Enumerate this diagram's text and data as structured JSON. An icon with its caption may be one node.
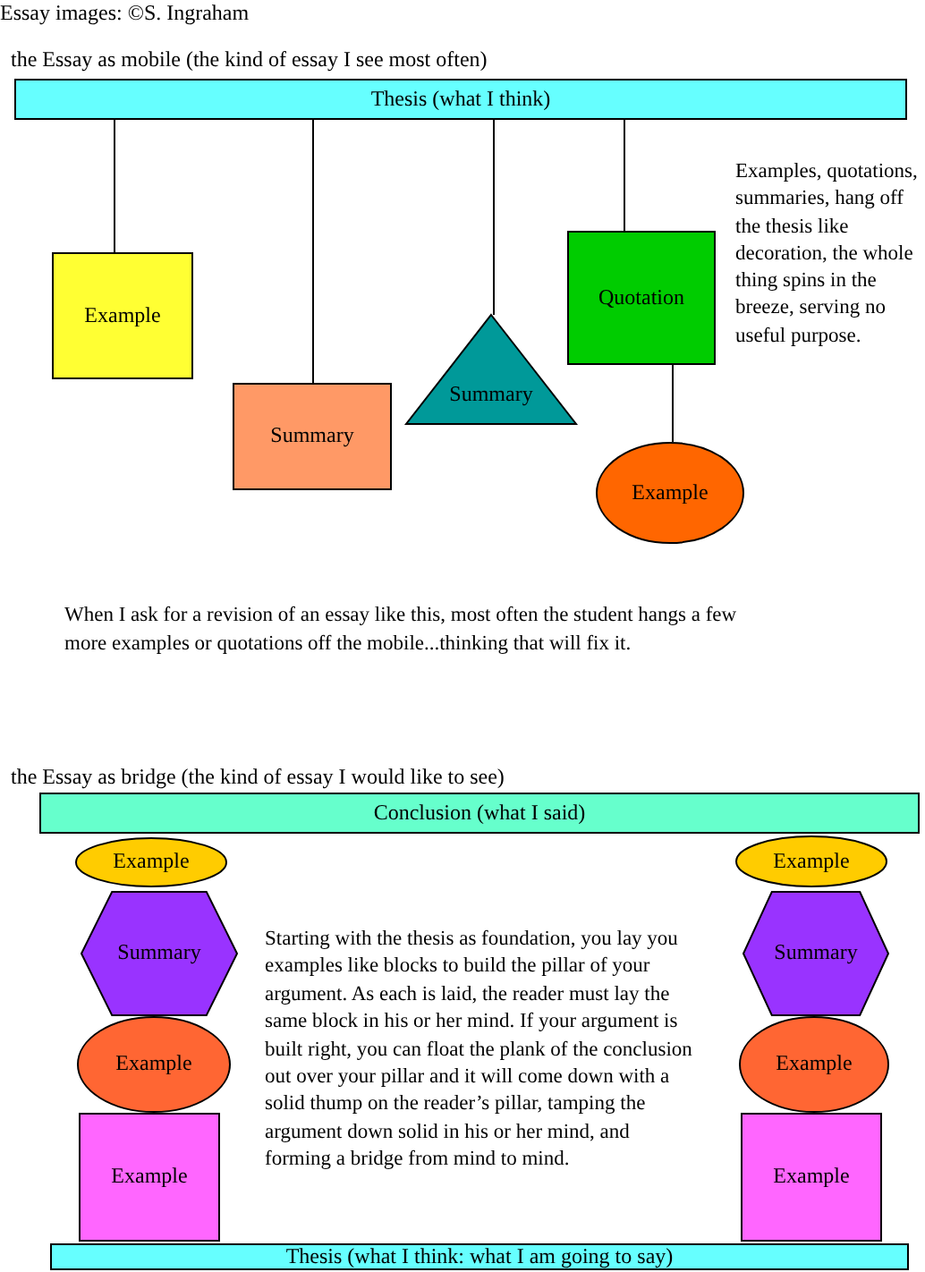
{
  "diagram": {
    "nodes": [
      {
        "text": [
          "Thesis (what I think)"
        ]
      },
      {
        "text": [
          "Example"
        ]
      },
      {
        "text": [
          "Summary"
        ]
      },
      {
        "text": [
          "Summary"
        ]
      },
      {
        "text": [
          "Quotation"
        ]
      },
      {
        "text": [
          "Example"
        ]
      },
      {
        "text": [
          "Conclusion (what I said)"
        ]
      },
      {
        "text": [
          "Example"
        ]
      },
      {
        "text": [
          "Summary"
        ]
      },
      {
        "text": [
          "Example"
        ]
      },
      {
        "text": [
          "Example"
        ]
      },
      {
        "text": [
          "Example"
        ]
      },
      {
        "text": [
          "Summary"
        ]
      },
      {
        "text": [
          "Example"
        ]
      },
      {
        "text": [
          "Example"
        ]
      },
      {
        "text": [
          "Thesis (what I think: what I am going to say)"
        ]
      }
    ],
    "edges": [
      {
        "from": 0,
        "to": 1,
        "arrow": "none"
      },
      {
        "from": 0,
        "to": 2,
        "arrow": "none"
      },
      {
        "from": 0,
        "to": 3,
        "arrow": "none"
      },
      {
        "from": 0,
        "to": 4,
        "arrow": "none"
      },
      {
        "from": 4,
        "to": 5,
        "arrow": "none"
      }
    ],
    "labels": [
      "Essay images: ©S. Ingraham",
      "the Essay as mobile (the kind of essay I see most often)",
      "Examples, quotations, summaries, hang off the thesis like decoration, the whole thing spins in the breeze, serving no useful purpose.",
      "When I ask for a revision of an essay like this, most often the student hangs a few more examples or quotations off the mobile...thinking that will fix it.",
      "the Essay as bridge (the kind of essay I would like to see)",
      "Starting with the thesis as foundation, you lay you examples like blocks to build the pillar of your argument. As each is laid, the reader must lay the same block in his or her mind. If your argument is built right, you can float the plank of the conclusion out over your pillar and it will come down with a solid thump on the reader’s pillar, tamping the argument down solid in his or her mind, and forming a bridge from mind to mind."
    ]
  }
}
